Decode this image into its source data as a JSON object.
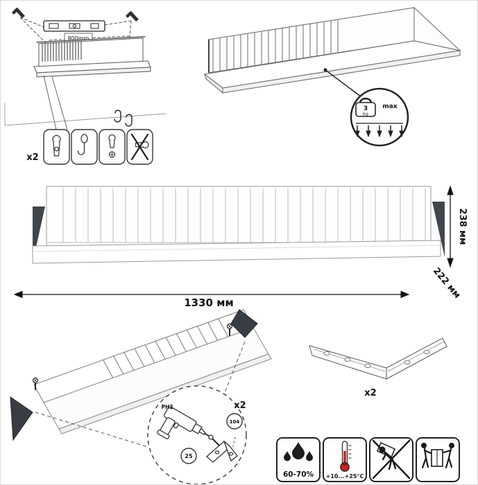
{
  "mounting": {
    "quantity": "x2",
    "spacing": "800mm"
  },
  "load": {
    "value": "3",
    "unit": "kg",
    "max_label": "max"
  },
  "dimensions": {
    "width": "1330 мм",
    "height": "238 мм",
    "depth": "222 мм"
  },
  "assembly": {
    "quantity": "x2",
    "bit_label": "PH2",
    "callout_104": "104",
    "callout_25": "25"
  },
  "bracket_detail": {
    "quantity": "x2"
  },
  "conditions": {
    "humidity": "60-70%",
    "temperature": "+10...+25°C"
  },
  "colors": {
    "outline": "#2b2b2b",
    "bracket_dark": "#40464c",
    "mercury_red": "#cc2222"
  }
}
